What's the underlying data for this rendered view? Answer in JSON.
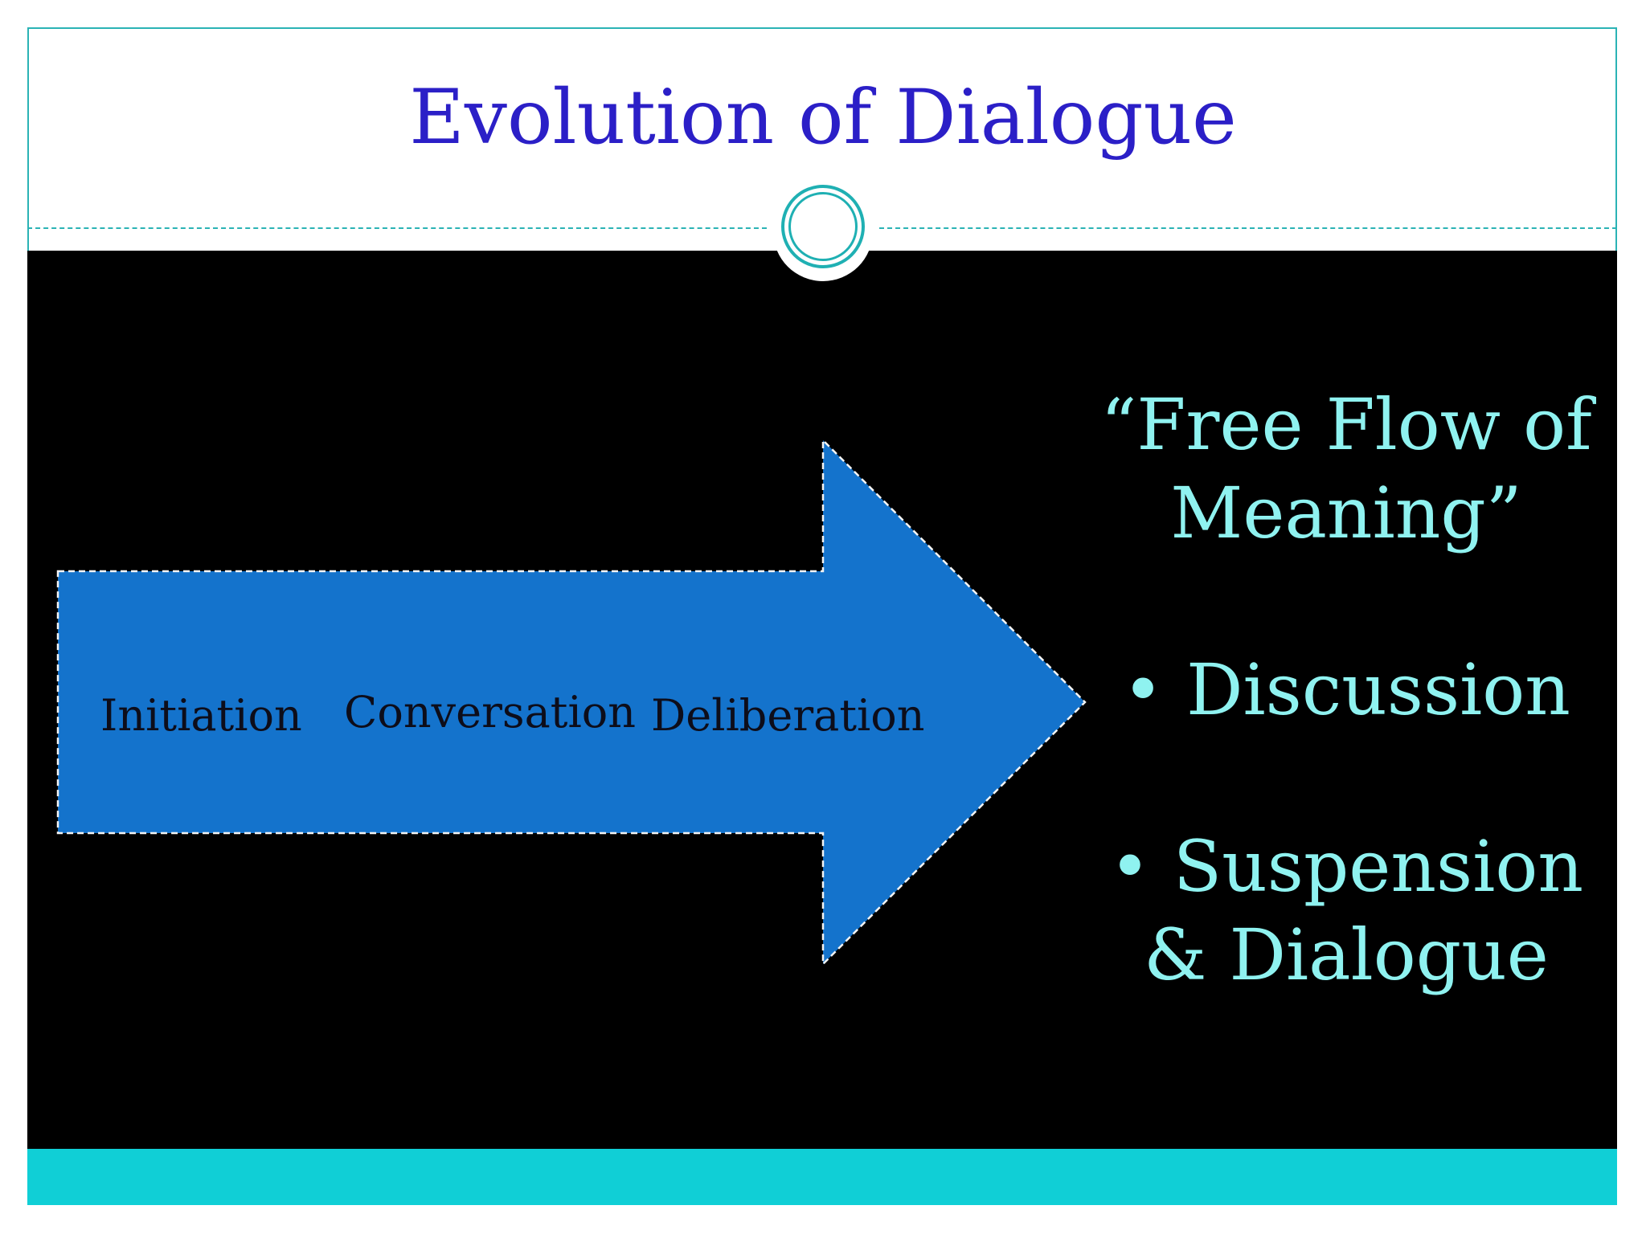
{
  "slide": {
    "title": "Evolution of Dialogue"
  },
  "diagram": {
    "stages": [
      "Initiation",
      "Conversation",
      "Deliberation"
    ],
    "result": {
      "line_1": "“Free Flow of",
      "line_2": "Meaning”",
      "bullet_1": "• Discussion",
      "bullet_2_line_1": "• Suspension",
      "bullet_2_line_2": "& Dialogue"
    }
  },
  "colors": {
    "title": "#2b1fc7",
    "accent": "#2bb3b5",
    "panel_background": "#000000",
    "arrow_fill": "#1473cc",
    "result_text": "#8ff2f0",
    "bottom_bar": "#10cfd6"
  }
}
